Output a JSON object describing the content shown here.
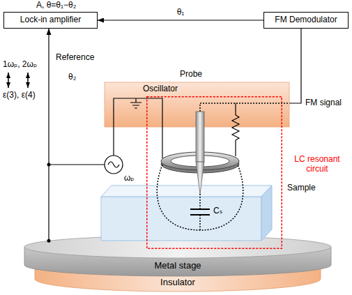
{
  "diagram": {
    "nodes": [
      {
        "text": [
          "Lock-in amplifier"
        ]
      },
      {
        "text": [
          "FM Demodulator"
        ]
      },
      {
        "text": [
          "Oscillator"
        ]
      },
      {
        "text": [
          "LC resonant circuit"
        ]
      },
      {
        "text": [
          "Sample"
        ]
      },
      {
        "text": [
          "Metal stage"
        ]
      },
      {
        "text": [
          "Insulator"
        ]
      }
    ],
    "edges": [
      {
        "from": 1,
        "to": 0,
        "arrow": "to",
        "label": "θ₁"
      },
      {
        "from": 5,
        "to": 0,
        "arrow": "to",
        "label": "Reference"
      },
      {
        "from": 2,
        "to": 1,
        "arrow": "none",
        "label": "FM signal"
      }
    ],
    "labels": [
      "A, θ=θ₁−θ₂",
      "1ωₚ, 2ωₚ",
      "ε(3), ε(4)",
      "θ₂",
      "Probe",
      "ωₚ",
      "Cₛ"
    ]
  }
}
